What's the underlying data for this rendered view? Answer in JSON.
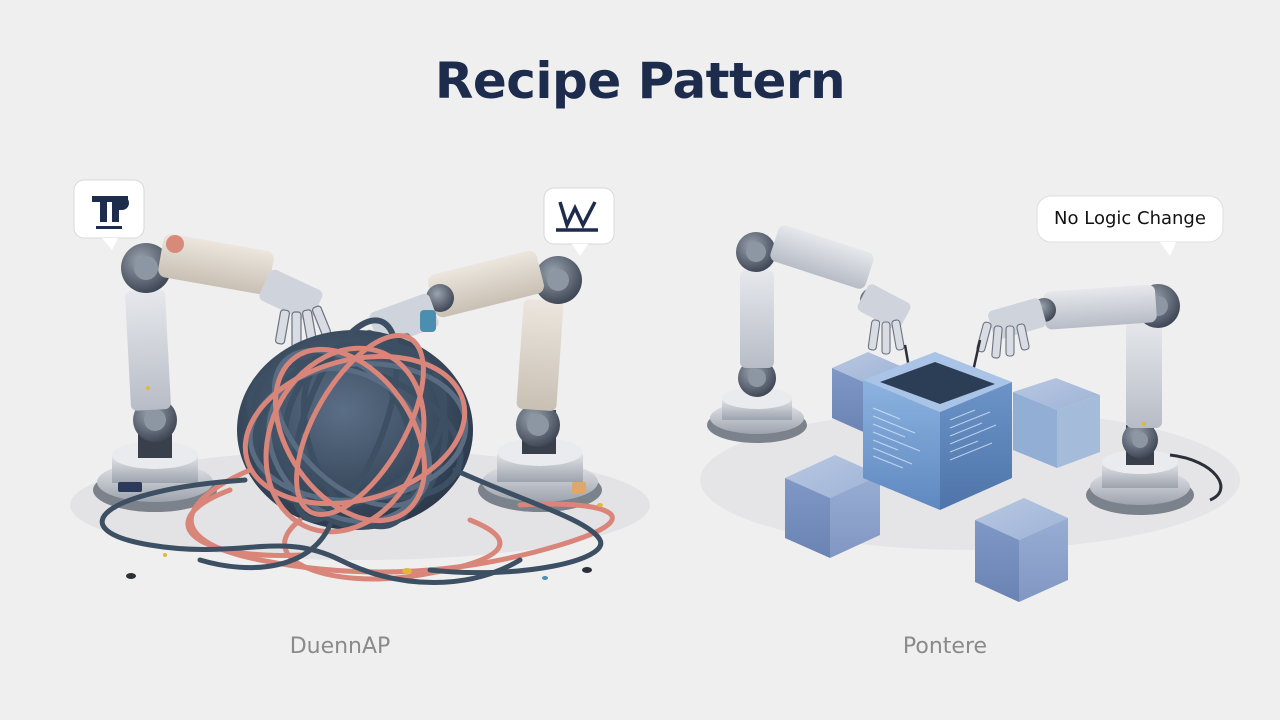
{
  "title": "Recipe Pattern",
  "left_panel": {
    "caption": "DuennAP",
    "bubble_left_icon": "t-logo-icon",
    "bubble_right_icon": "w-chart-icon"
  },
  "right_panel": {
    "caption": "Pontere",
    "bubble_label": "No Logic Change"
  },
  "colors": {
    "title": "#1d2b4c",
    "background": "#efefef",
    "cable_dark": "#3d4f63",
    "cable_red": "#d9857a",
    "cube_blue": "#8fa6cf"
  }
}
